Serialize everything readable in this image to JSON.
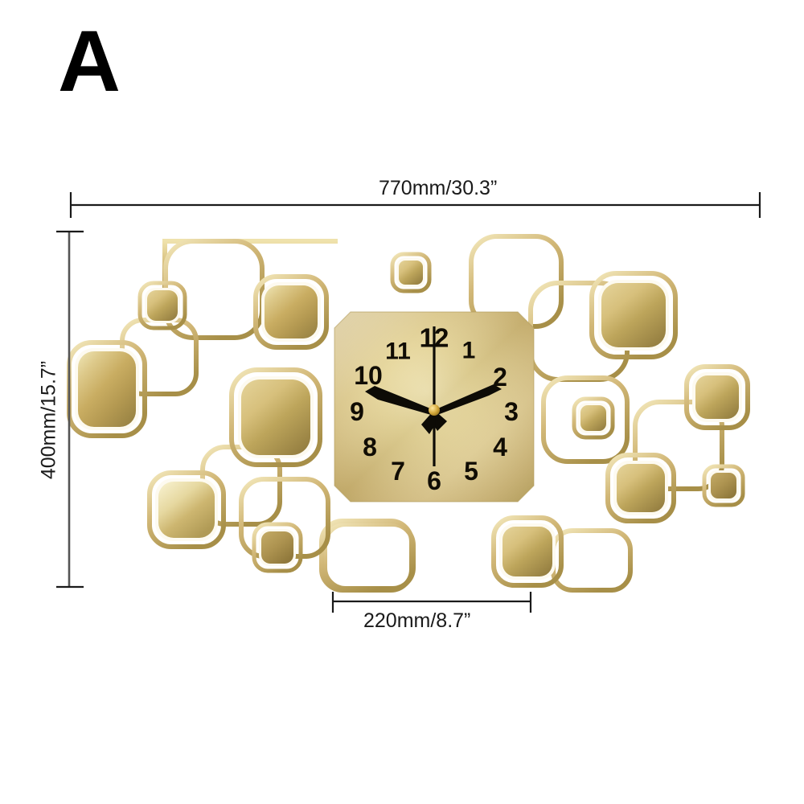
{
  "product": {
    "variant_label": "A",
    "type": "decorative-metal-wall-clock",
    "finish_color": "#c9ad5f"
  },
  "dimensions": {
    "width": {
      "label": "770mm/30.3”",
      "mm": 770,
      "inches": 30.3,
      "orientation": "horizontal",
      "position": "top"
    },
    "height": {
      "label": "400mm/15.7”",
      "mm": 400,
      "inches": 15.7,
      "orientation": "vertical",
      "position": "left"
    },
    "dial": {
      "label": "220mm/8.7”",
      "mm": 220,
      "inches": 8.7,
      "orientation": "horizontal",
      "position": "bottom"
    }
  },
  "clock": {
    "numerals": [
      "12",
      "1",
      "2",
      "3",
      "4",
      "5",
      "6",
      "7",
      "8",
      "9",
      "10",
      "11"
    ],
    "numeral_color": "#100c04",
    "dial_shape": "chamfered-square",
    "time": {
      "hour": 10,
      "minute": 9,
      "second": 0
    },
    "hand_color": "#0d0b06",
    "hub_color": "#caa23a"
  },
  "palette": {
    "gold_light": "#efe3ae",
    "gold_mid": "#cbb067",
    "gold_deep": "#9c8543",
    "gold_rim": "#e3d49a",
    "line": "#1a1a1a",
    "background": "#ffffff"
  }
}
